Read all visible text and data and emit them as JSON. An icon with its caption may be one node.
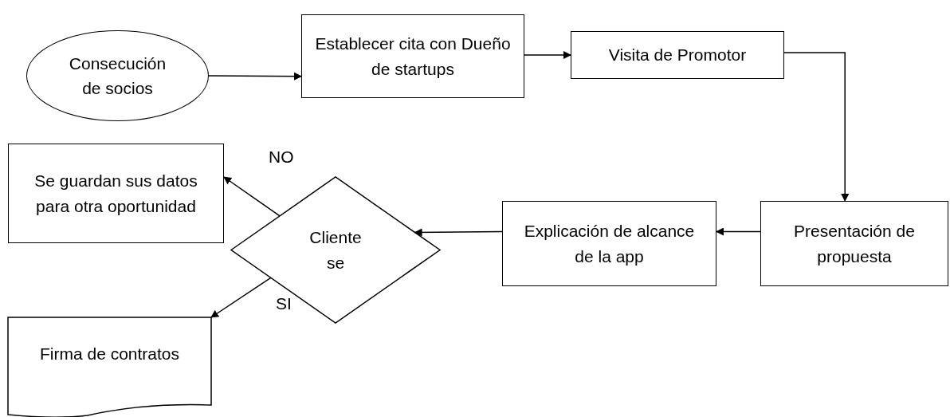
{
  "diagram": {
    "nodes": [
      {
        "text": [
          "Consecución de socios"
        ]
      },
      {
        "text": [
          "Establecer cita con Dueño de startups"
        ]
      },
      {
        "text": [
          "Visita de Promotor"
        ]
      },
      {
        "text": [
          "Presentación de propuesta"
        ]
      },
      {
        "text": [
          "Explicación de alcance de la app"
        ]
      },
      {
        "text": [
          "Cliente se"
        ]
      },
      {
        "text": [
          "Se guardan sus datos para otra oportunidad"
        ]
      },
      {
        "text": [
          "Firma de contratos"
        ]
      }
    ],
    "edges": [
      {
        "from": 0,
        "to": 1,
        "arrow": "to"
      },
      {
        "from": 1,
        "to": 2,
        "arrow": "to"
      },
      {
        "from": 2,
        "to": 3,
        "arrow": "to"
      },
      {
        "from": 3,
        "to": 4,
        "arrow": "to"
      },
      {
        "from": 4,
        "to": 5,
        "arrow": "to"
      },
      {
        "from": 5,
        "to": 6,
        "arrow": "to",
        "label": "NO"
      },
      {
        "from": 5,
        "to": 7,
        "arrow": "to",
        "label": "SI"
      }
    ]
  }
}
